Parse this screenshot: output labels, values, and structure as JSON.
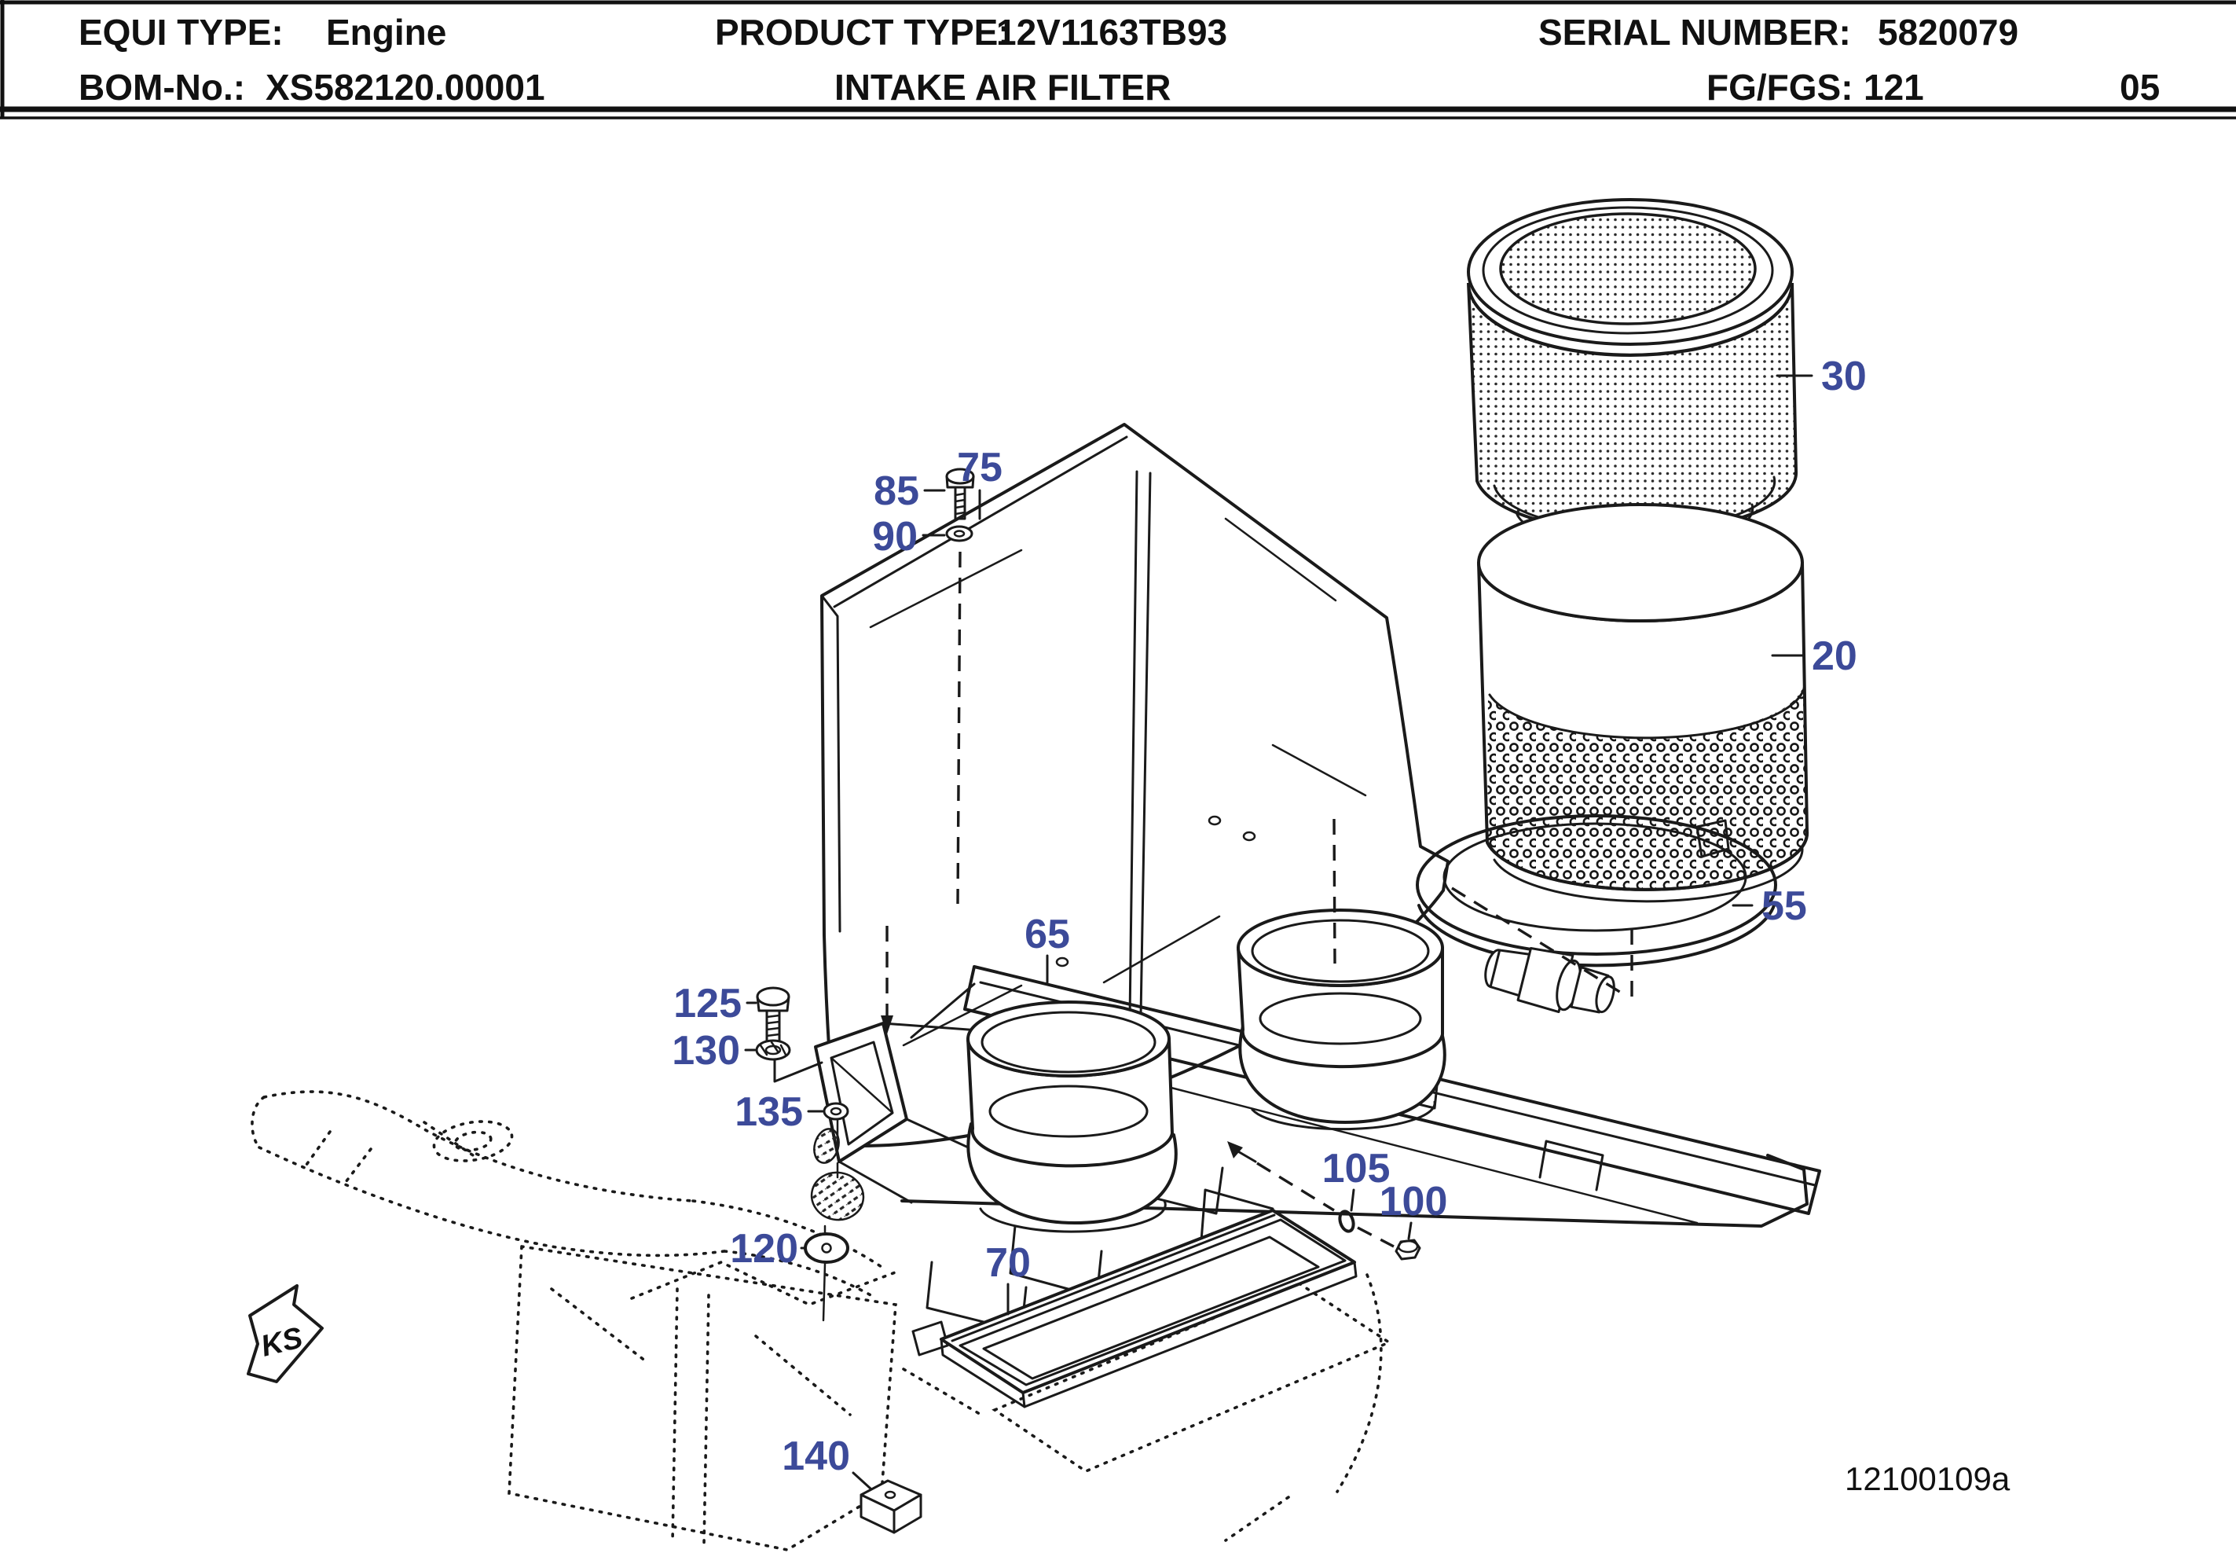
{
  "header": {
    "row1": {
      "equi_label": "EQUI TYPE:",
      "equi_value": "Engine",
      "product_label": "PRODUCT TYPE:",
      "product_value": "12V1163TB93",
      "serial_label": "SERIAL NUMBER:",
      "serial_value": "5820079"
    },
    "row2": {
      "bom_label": "BOM-No.:",
      "bom_value": "XS582120.00001",
      "title": "INTAKE AIR FILTER",
      "fg_label": "FG/FGS:",
      "fg_value": "121",
      "page": "05"
    }
  },
  "diagram": {
    "figure_code": "12100109a",
    "direction_marker": "KS",
    "callouts": [
      {
        "label": "30"
      },
      {
        "label": "20"
      },
      {
        "label": "55"
      },
      {
        "label": "85"
      },
      {
        "label": "90"
      },
      {
        "label": "75"
      },
      {
        "label": "65"
      },
      {
        "label": "125"
      },
      {
        "label": "130"
      },
      {
        "label": "135"
      },
      {
        "label": "120"
      },
      {
        "label": "140"
      },
      {
        "label": "70"
      },
      {
        "label": "105"
      },
      {
        "label": "100"
      }
    ],
    "colors": {
      "callout_blue": "#3c4a99",
      "line_black": "#1a1a1a",
      "background": "#ffffff"
    }
  }
}
